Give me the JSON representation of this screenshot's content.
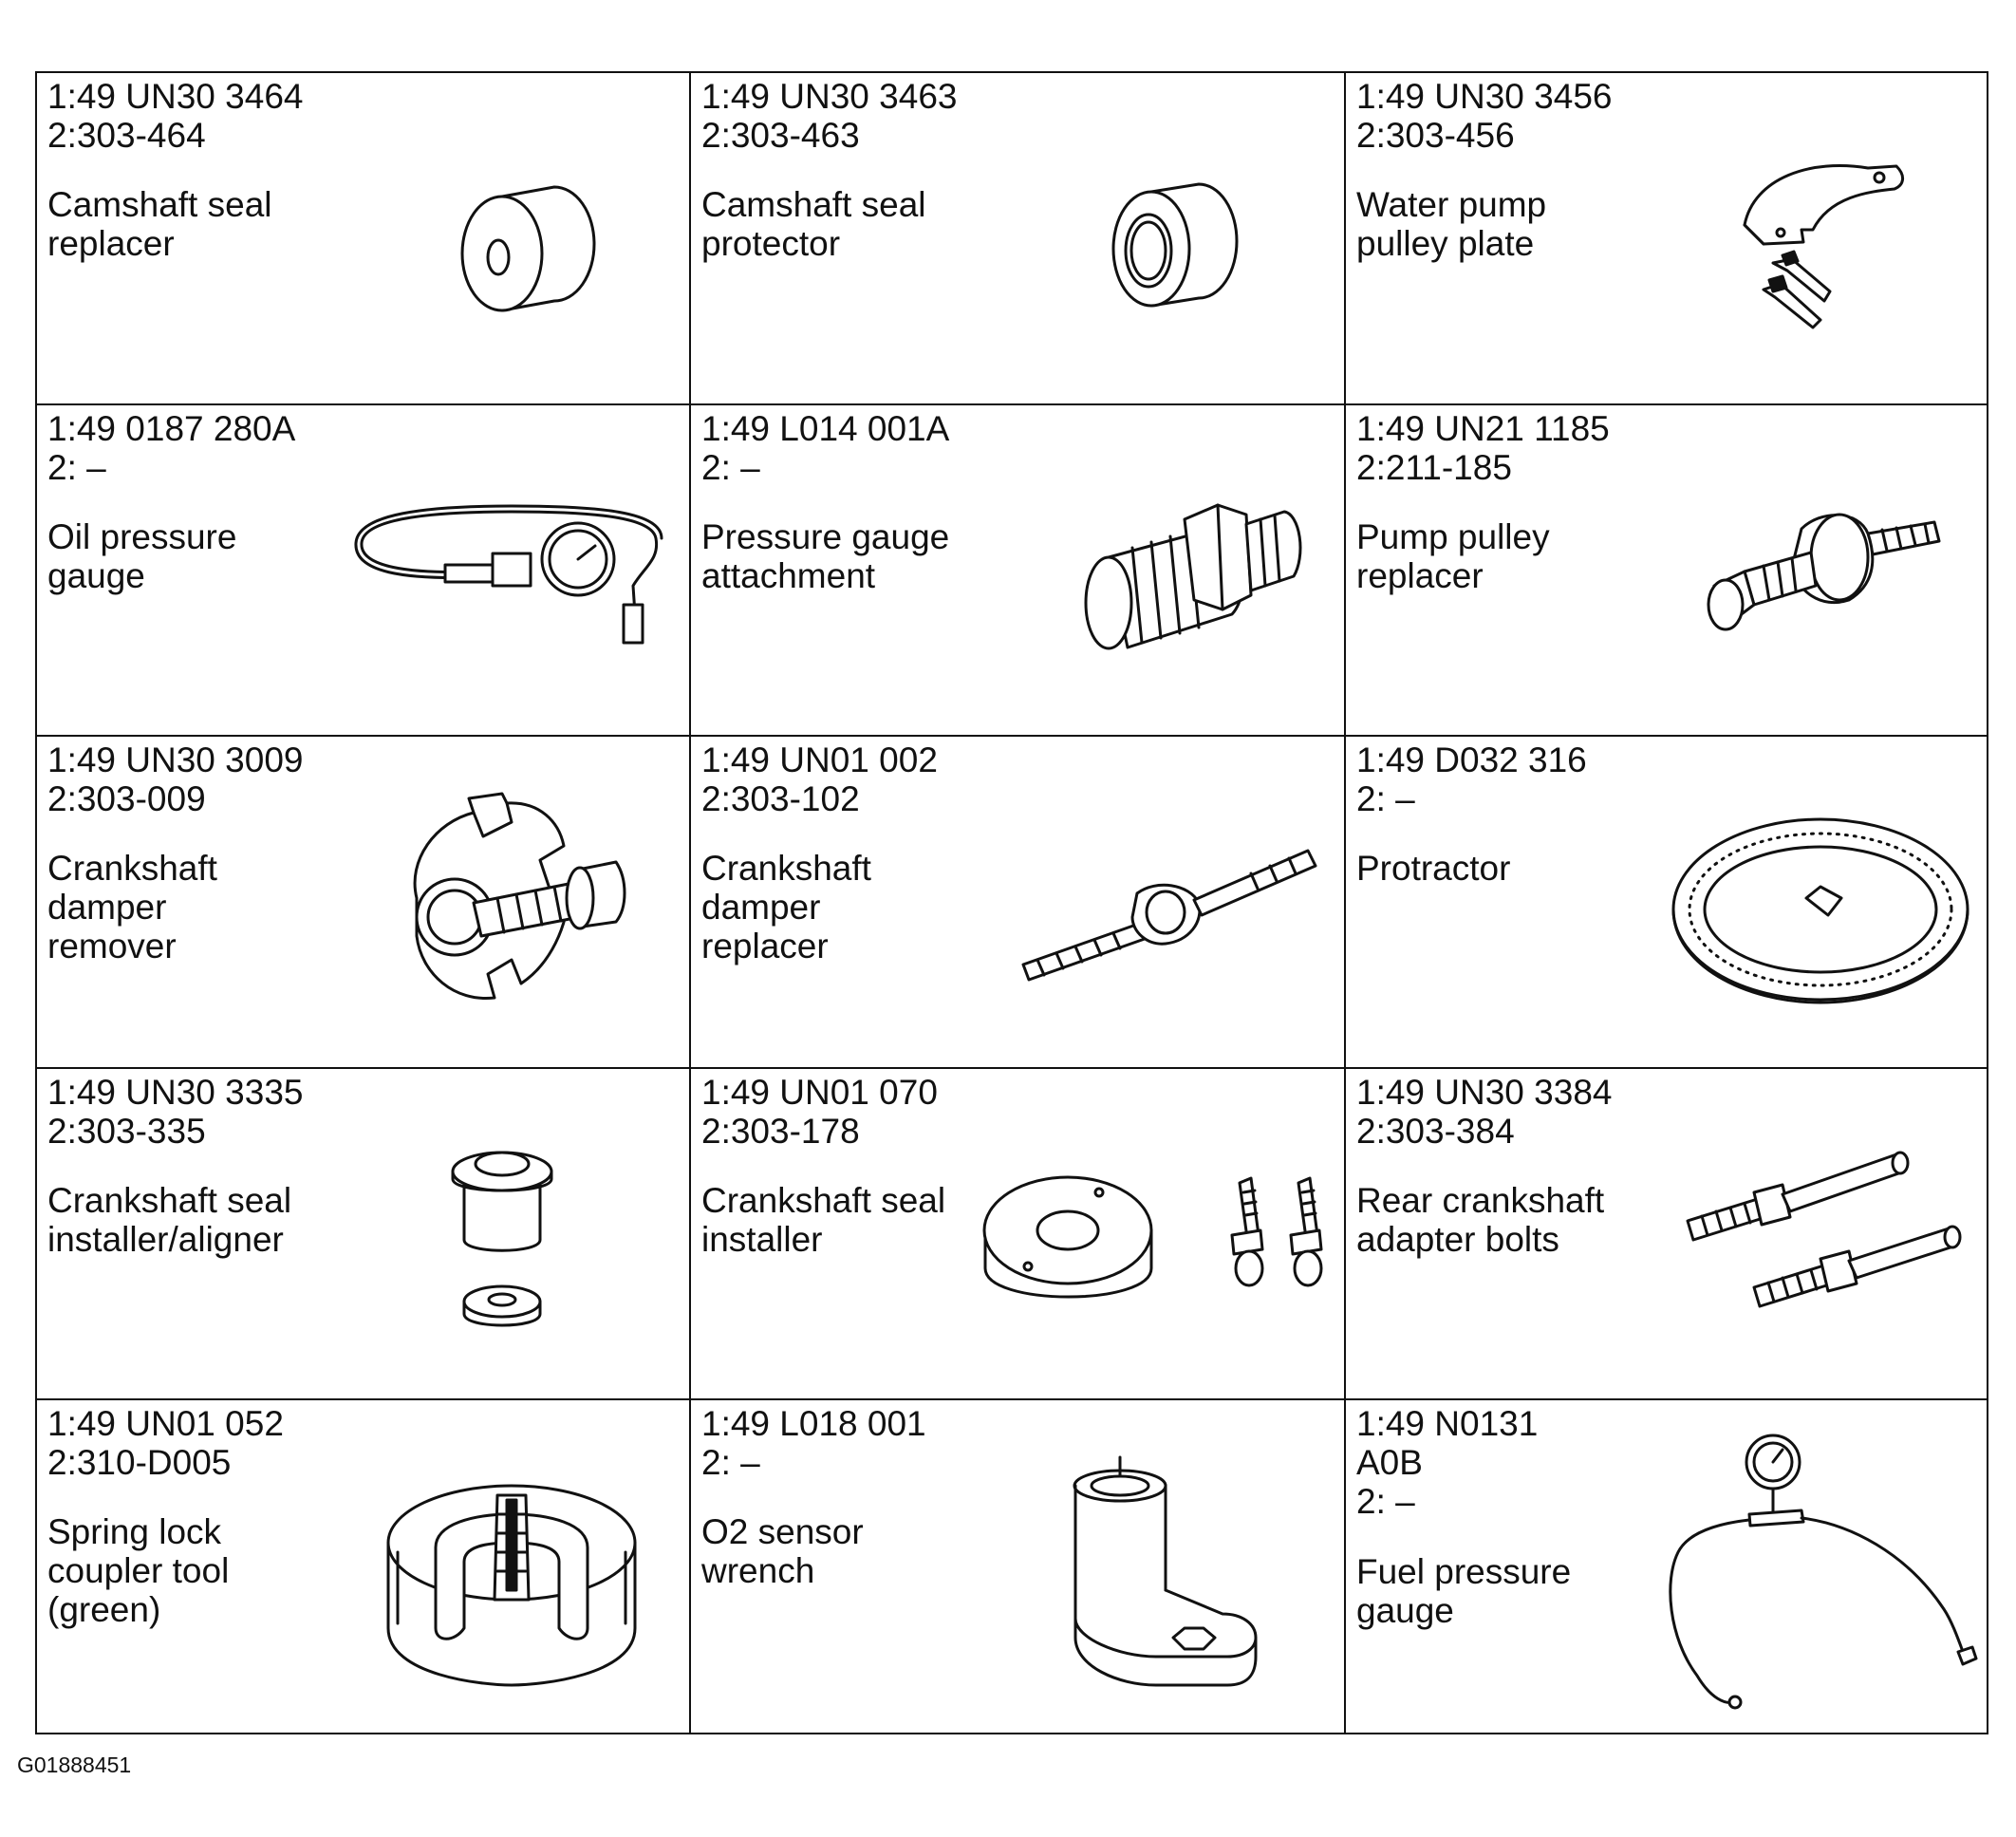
{
  "tools": [
    {
      "part": "1:49 UN30 3464",
      "alt": "2:303-464",
      "name": "Camshaft seal\nreplacer",
      "icon": "seal-replacer-icon"
    },
    {
      "part": "1:49 UN30 3463",
      "alt": "2:303-463",
      "name": "Camshaft seal\nprotector",
      "icon": "seal-protector-icon"
    },
    {
      "part": "1:49 UN30 3456",
      "alt": "2:303-456",
      "name": "Water pump\npulley plate",
      "icon": "pulley-plate-icon"
    },
    {
      "part": "1:49 0187 280A",
      "alt": "2: –",
      "name": "Oil pressure\ngauge",
      "icon": "oil-pressure-gauge-icon"
    },
    {
      "part": "1:49 L014 001A",
      "alt": "2: –",
      "name": "Pressure gauge\nattachment",
      "icon": "gauge-attachment-icon"
    },
    {
      "part": "1:49 UN21 1185",
      "alt": "2:211-185",
      "name": "Pump pulley\nreplacer",
      "icon": "pulley-replacer-icon"
    },
    {
      "part": "1:49 UN30 3009",
      "alt": "2:303-009",
      "name": "Crankshaft\ndamper\nremover",
      "icon": "damper-remover-icon"
    },
    {
      "part": "1:49 UN01 002",
      "alt": "2:303-102",
      "name": "Crankshaft\ndamper\nreplacer",
      "icon": "damper-replacer-icon"
    },
    {
      "part": "1:49 D032 316",
      "alt": "2: –",
      "name": "Protractor",
      "icon": "protractor-icon"
    },
    {
      "part": "1:49 UN30 3335",
      "alt": "2:303-335",
      "name": "Crankshaft seal\ninstaller/aligner",
      "icon": "seal-installer-aligner-icon"
    },
    {
      "part": "1:49 UN01 070",
      "alt": "2:303-178",
      "name": "Crankshaft seal\ninstaller",
      "icon": "seal-installer-icon"
    },
    {
      "part": "1:49 UN30 3384",
      "alt": "2:303-384",
      "name": "Rear crankshaft\nadapter bolts",
      "icon": "adapter-bolts-icon"
    },
    {
      "part": "1:49 UN01 052",
      "alt": "2:310-D005",
      "name": "Spring lock\ncoupler tool\n(green)",
      "icon": "coupler-tool-icon"
    },
    {
      "part": "1:49 L018 001",
      "alt": "2: –",
      "name": "O2 sensor\nwrench",
      "icon": "o2-wrench-icon"
    },
    {
      "part": "1:49 N0131\nA0B",
      "alt": "2: –",
      "name": "Fuel pressure\ngauge",
      "icon": "fuel-pressure-gauge-icon"
    }
  ],
  "figure_id": "G01888451"
}
